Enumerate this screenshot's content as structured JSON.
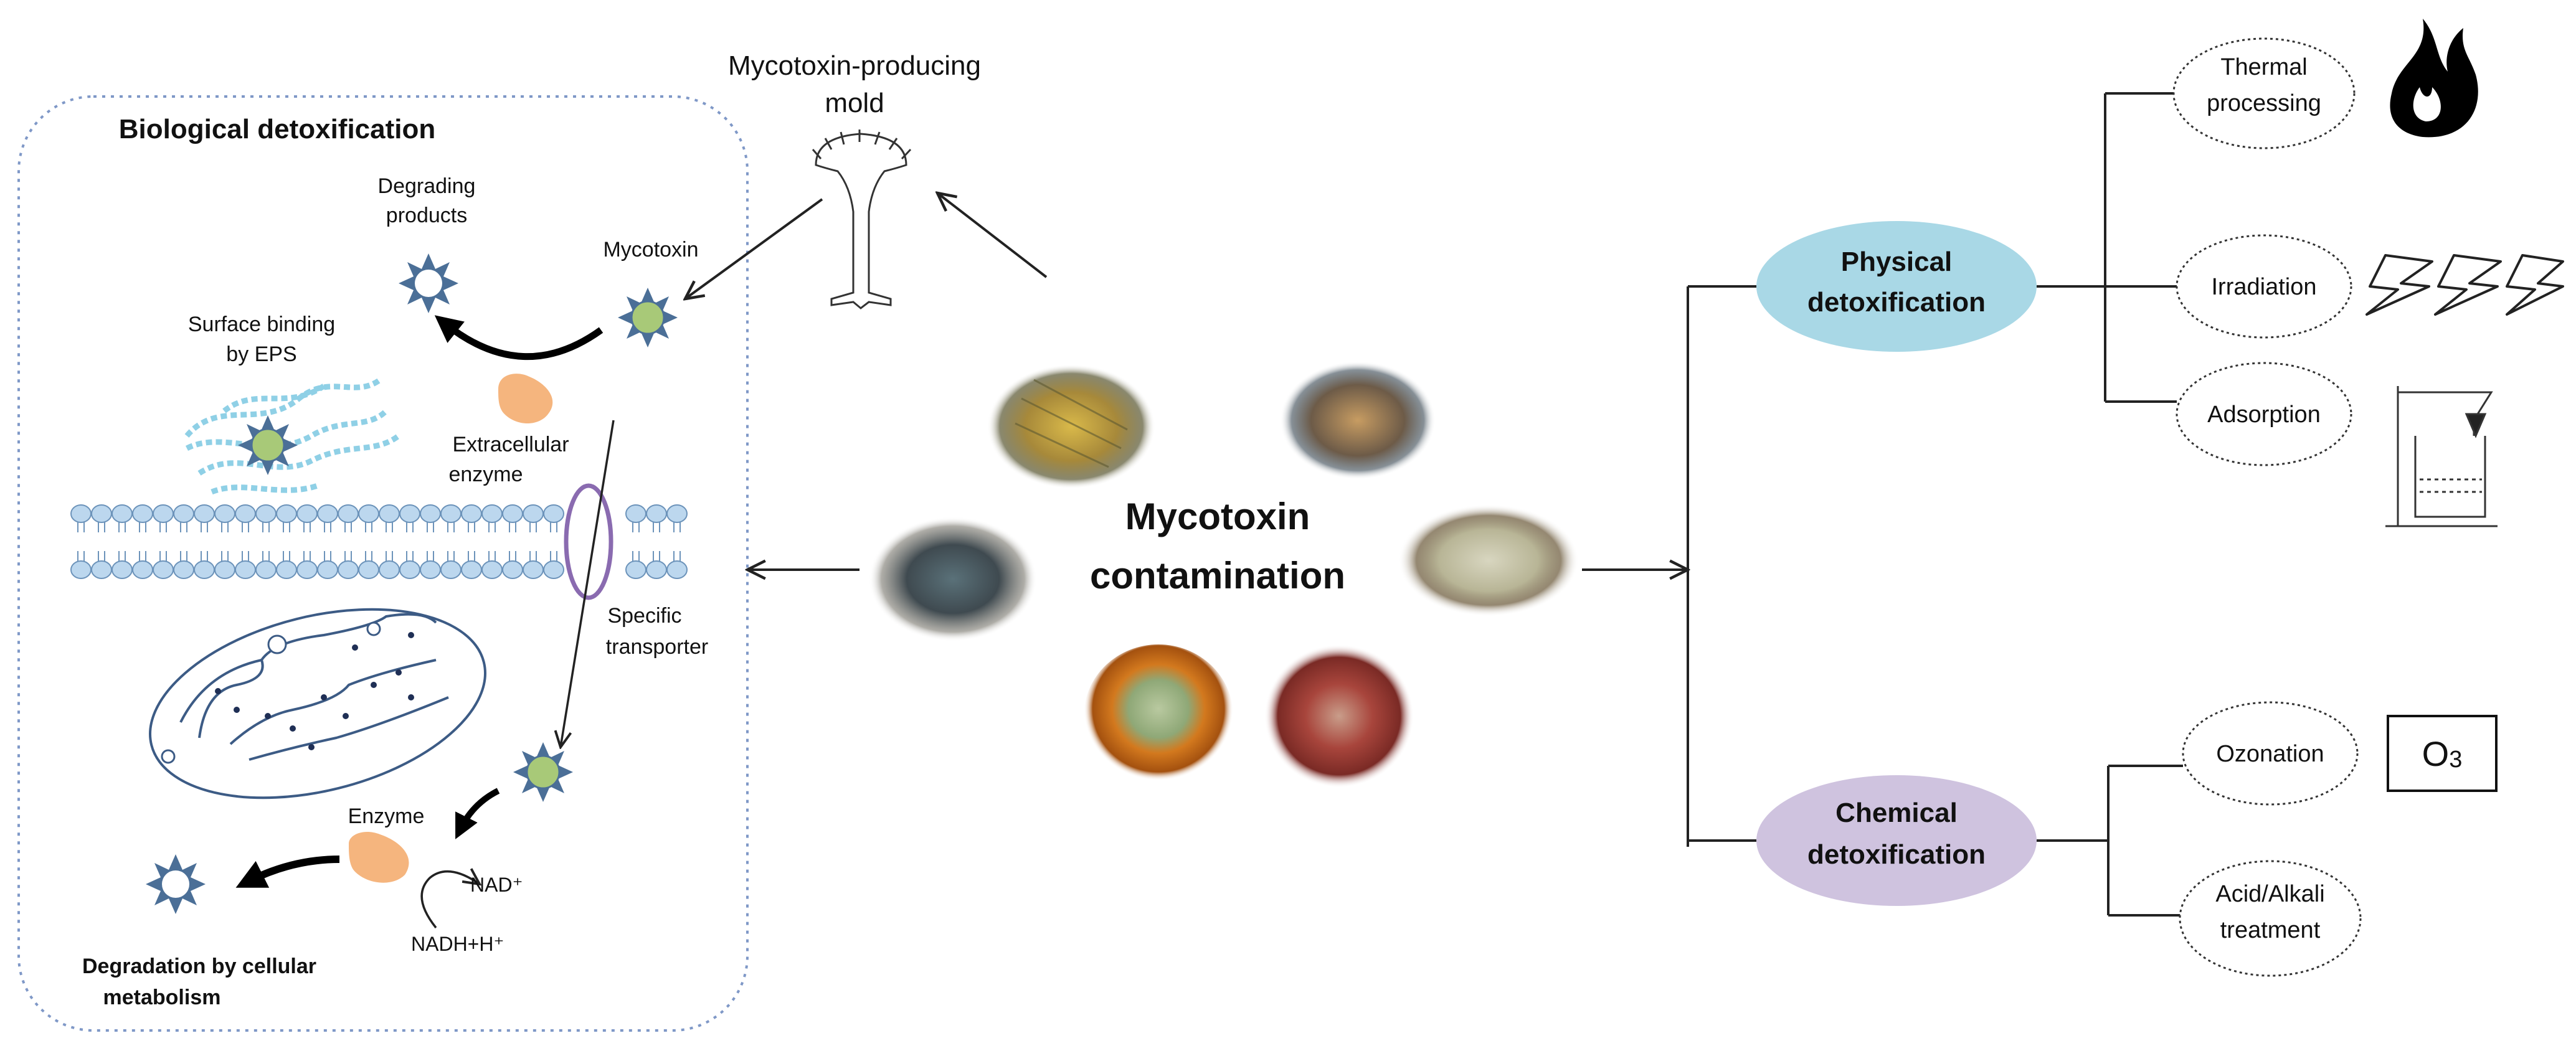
{
  "center": {
    "line1": "Mycotoxin",
    "line2": "contamination"
  },
  "mold": {
    "line1": "Mycotoxin-producing",
    "line2": "mold"
  },
  "biological": {
    "title": "Biological detoxification",
    "degrading_line1": "Degrading",
    "degrading_line2": "products",
    "mycotoxin": "Mycotoxin",
    "surface_line1": "Surface binding",
    "surface_line2": "by  EPS",
    "extracellular_line1": "Extracellular",
    "extracellular_line2": "enzyme",
    "transporter_line1": "Specific",
    "transporter_line2": "transporter",
    "enzyme": "Enzyme",
    "nad": "NAD⁺",
    "nadh": "NADH+H⁺",
    "degradation_line1": "Degradation by cellular",
    "degradation_line2": "metabolism"
  },
  "physical": {
    "line1": "Physical",
    "line2": "detoxification",
    "thermal_line1": "Thermal",
    "thermal_line2": "processing",
    "irradiation": "Irradiation",
    "adsorption": "Adsorption"
  },
  "chemical": {
    "line1": "Chemical",
    "line2": "detoxification",
    "ozonation": "Ozonation",
    "acid_line1": "Acid/Alkali",
    "acid_line2": "treatment",
    "o3_main": "O",
    "o3_sub": "3"
  },
  "colors": {
    "physical_fill": "#a9d8e6",
    "chemical_fill": "#cfc3df",
    "biological_border": "#7f98c7",
    "mycotoxin_center": "#a8c978",
    "mycotoxin_star": "#4b6f97",
    "enzyme": "#f5b57e",
    "eps": "#8fd0e6",
    "membrane": "#bcd7ee",
    "transporter": "#8a6bb0"
  }
}
